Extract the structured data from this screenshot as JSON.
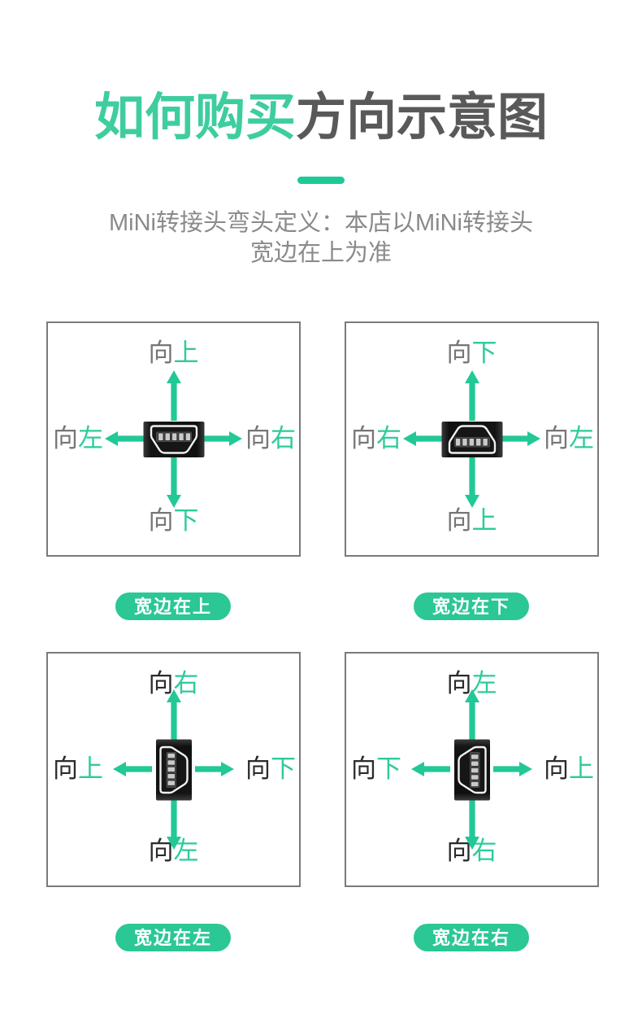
{
  "header": {
    "title_highlight": "如何购买",
    "title_rest": "方向示意图",
    "subtitle_line1": "MiNi转接头弯头定义：本店以MiNi转接头",
    "subtitle_line2": "宽边在上为准"
  },
  "colors": {
    "accent_green": "#22c896",
    "title_green": "#3ecd9f",
    "title_dark": "#595959",
    "subtitle_gray": "#8a8a8a",
    "label_prefix_gray": "#767676",
    "label_prefix_dark": "#2b2b2b",
    "direction_green": "#2ecb9b",
    "panel_border_gray": "#7a7a7a",
    "badge_green": "#2bc795",
    "badge_text": "#ffffff",
    "connector_black": "#121212"
  },
  "panels": [
    {
      "name": "wide-side-up",
      "badge": "宽边在上",
      "labels": {
        "top": {
          "prefix": "向",
          "direction": "上"
        },
        "right": {
          "prefix": "向",
          "direction": "右"
        },
        "bottom": {
          "prefix": "向",
          "direction": "下"
        },
        "left": {
          "prefix": "向",
          "direction": "左"
        }
      }
    },
    {
      "name": "wide-side-down",
      "badge": "宽边在下",
      "labels": {
        "top": {
          "prefix": "向",
          "direction": "下"
        },
        "right": {
          "prefix": "向",
          "direction": "左"
        },
        "bottom": {
          "prefix": "向",
          "direction": "上"
        },
        "left": {
          "prefix": "向",
          "direction": "右"
        }
      }
    },
    {
      "name": "wide-side-left",
      "badge": "宽边在左",
      "labels": {
        "top": {
          "prefix": "向",
          "direction": "右"
        },
        "right": {
          "prefix": "向",
          "direction": "下"
        },
        "bottom": {
          "prefix": "向",
          "direction": "左"
        },
        "left": {
          "prefix": "向",
          "direction": "上"
        }
      }
    },
    {
      "name": "wide-side-right",
      "badge": "宽边在右",
      "labels": {
        "top": {
          "prefix": "向",
          "direction": "左"
        },
        "right": {
          "prefix": "向",
          "direction": "上"
        },
        "bottom": {
          "prefix": "向",
          "direction": "右"
        },
        "left": {
          "prefix": "向",
          "direction": "下"
        }
      }
    }
  ]
}
